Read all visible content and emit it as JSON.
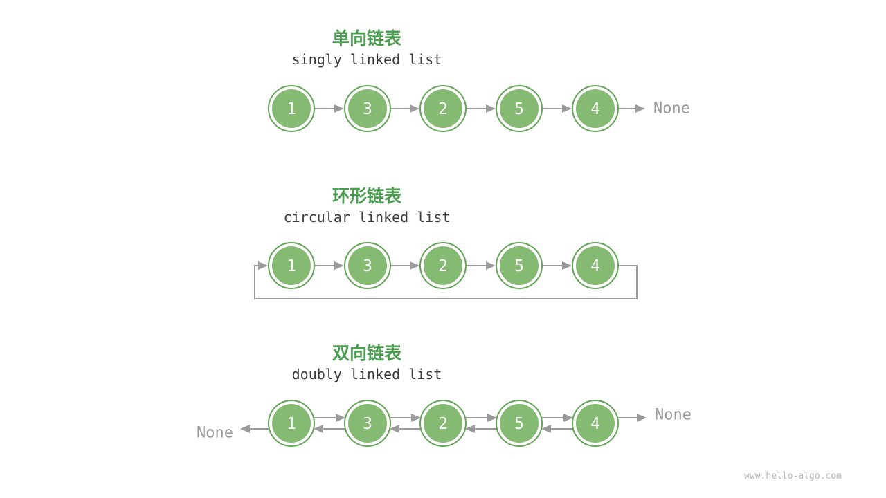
{
  "sections": [
    {
      "title": "单向链表",
      "subtitle": "singly linked list",
      "type": "singly",
      "nodes": [
        "1",
        "3",
        "2",
        "5",
        "4"
      ],
      "tail_label": "None"
    },
    {
      "title": "环形链表",
      "subtitle": "circular linked list",
      "type": "circular",
      "nodes": [
        "1",
        "3",
        "2",
        "5",
        "4"
      ]
    },
    {
      "title": "双向链表",
      "subtitle": "doubly linked list",
      "type": "doubly",
      "nodes": [
        "1",
        "3",
        "2",
        "5",
        "4"
      ],
      "head_label": "None",
      "tail_label": "None"
    }
  ],
  "watermark": "www.hello-algo.com",
  "colors": {
    "title_green": "#4b9e50",
    "node_fill": "#84ba71",
    "node_ring": "#63a458",
    "node_text": "#ffffff",
    "arrow": "#9a9a9a",
    "subtitle_text": "#3a3a3a",
    "none_text": "#9a9a9a",
    "watermark_text": "#b5b5b5"
  }
}
